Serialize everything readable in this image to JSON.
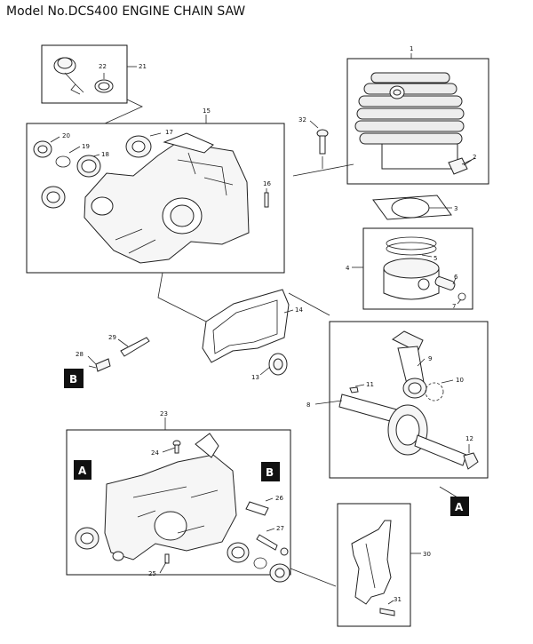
{
  "title": "Model No.DCS400 ENGINE CHAIN SAW",
  "parts": [
    {
      "id": "p1",
      "label": "1"
    },
    {
      "id": "p2",
      "label": "2"
    },
    {
      "id": "p3",
      "label": "3"
    },
    {
      "id": "p4",
      "label": "4"
    },
    {
      "id": "p5",
      "label": "5"
    },
    {
      "id": "p6",
      "label": "6"
    },
    {
      "id": "p7",
      "label": "7"
    },
    {
      "id": "p8",
      "label": "8"
    },
    {
      "id": "p9",
      "label": "9"
    },
    {
      "id": "p10",
      "label": "10"
    },
    {
      "id": "p11",
      "label": "11"
    },
    {
      "id": "p12",
      "label": "12"
    },
    {
      "id": "p13",
      "label": "13"
    },
    {
      "id": "p14",
      "label": "14"
    },
    {
      "id": "p15",
      "label": "15"
    },
    {
      "id": "p16",
      "label": "16"
    },
    {
      "id": "p17",
      "label": "17"
    },
    {
      "id": "p18",
      "label": "18"
    },
    {
      "id": "p19",
      "label": "19"
    },
    {
      "id": "p20",
      "label": "20"
    },
    {
      "id": "p21",
      "label": "21"
    },
    {
      "id": "p22",
      "label": "22"
    },
    {
      "id": "p23",
      "label": "23"
    },
    {
      "id": "p24",
      "label": "24"
    },
    {
      "id": "p25",
      "label": "25"
    },
    {
      "id": "p26",
      "label": "26"
    },
    {
      "id": "p27",
      "label": "27"
    },
    {
      "id": "p28",
      "label": "28"
    },
    {
      "id": "p29",
      "label": "29"
    },
    {
      "id": "p30",
      "label": "30"
    },
    {
      "id": "p31",
      "label": "31"
    },
    {
      "id": "p32",
      "label": "32"
    }
  ],
  "markers": {
    "a": "A",
    "b": "B"
  }
}
